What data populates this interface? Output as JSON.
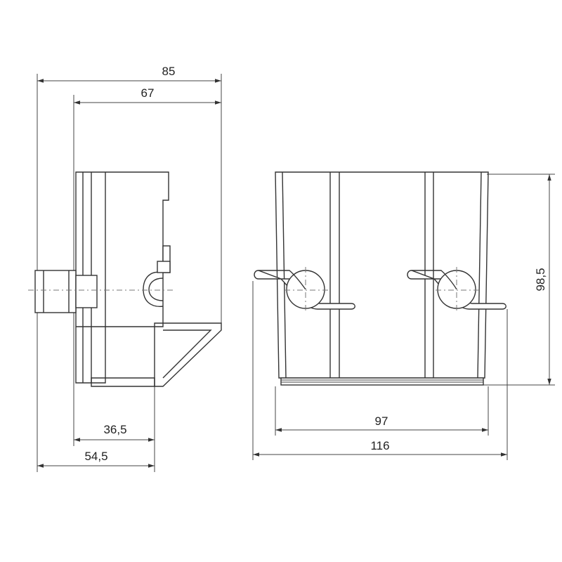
{
  "dimensions": {
    "side_width_total": "85",
    "side_width_upper": "67",
    "side_lower_inner": "36,5",
    "side_lower_outer": "54,5",
    "front_height": "98,5",
    "front_width_inner": "97",
    "front_width_outer": "116"
  },
  "colors": {
    "line": "#333333",
    "text": "#222222",
    "background": "#ffffff"
  }
}
